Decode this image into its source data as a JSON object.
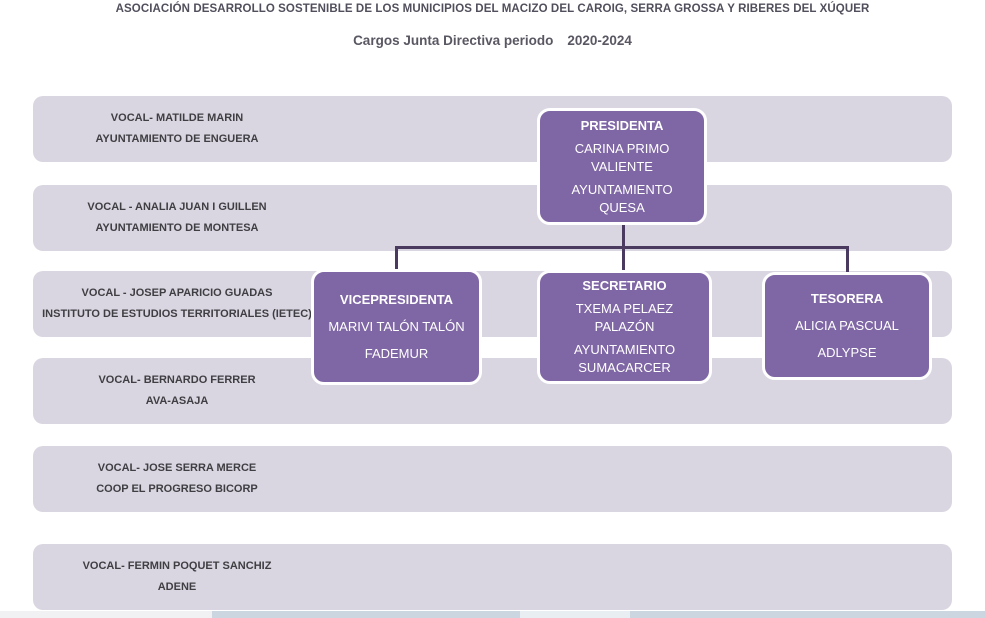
{
  "header": {
    "title": "ASOCIACIÓN DESARROLLO SOSTENIBLE DE LOS MUNICIPIOS DEL MACIZO DEL CAROIG, SERRA GROSSA Y RIBERES DEL XÚQUER",
    "subtitle": "Cargos Junta Directiva periodo",
    "period": "2020-2024"
  },
  "vocales": [
    {
      "name": "VOCAL- MATILDE MARIN",
      "org": "AYUNTAMIENTO DE ENGUERA"
    },
    {
      "name": "VOCAL - ANALIA JUAN I GUILLEN",
      "org": "AYUNTAMIENTO DE MONTESA"
    },
    {
      "name": "VOCAL - JOSEP APARICIO GUADAS",
      "org": "INSTITUTO DE ESTUDIOS TERRITORIALES (IETEC)"
    },
    {
      "name": "VOCAL- BERNARDO FERRER",
      "org": "AVA-ASAJA"
    },
    {
      "name": "VOCAL- JOSE SERRA MERCE",
      "org": "COOP EL PROGRESO BICORP"
    },
    {
      "name": "VOCAL- FERMIN POQUET SANCHIZ",
      "org": "ADENE"
    }
  ],
  "positions": {
    "presidenta": {
      "title": "PRESIDENTA",
      "name": "CARINA PRIMO VALIENTE",
      "org": "AYUNTAMIENTO QUESA"
    },
    "vicepresidenta": {
      "title": "VICEPRESIDENTA",
      "name": "MARIVI TALÓN TALÓN",
      "org": "FADEMUR"
    },
    "secretario": {
      "title": "SECRETARIO",
      "name": "TXEMA PELAEZ PALAZÓN",
      "org": "AYUNTAMIENTO SUMACARCER"
    },
    "tesorera": {
      "title": "TESORERA",
      "name": "ALICIA PASCUAL",
      "org": "ADLYPSE"
    }
  },
  "colors": {
    "box_purple": "#7f66a5",
    "bar_lavender": "#dad6e1",
    "connector_purple": "#4b3a60",
    "title_text": "#514f5b",
    "scroll_track": "#cbd6e0"
  }
}
